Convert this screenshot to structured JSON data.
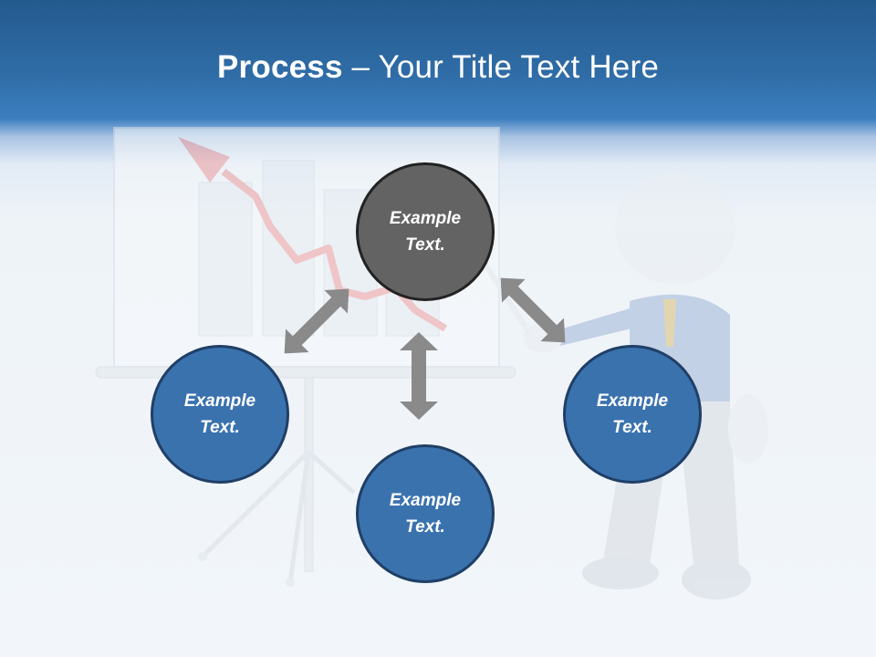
{
  "header": {
    "title_strong": "Process",
    "title_rest": " – Your Title Text Here"
  },
  "diagram": {
    "nodes": [
      {
        "id": "top",
        "label": "Example\nText.",
        "color": "#636363"
      },
      {
        "id": "left",
        "label": "Example\nText.",
        "color": "#3a72ae"
      },
      {
        "id": "bottom",
        "label": "Example\nText.",
        "color": "#3a72ae"
      },
      {
        "id": "right",
        "label": "Example\nText.",
        "color": "#3a72ae"
      }
    ],
    "arrow_color": "#8a8a8a"
  }
}
